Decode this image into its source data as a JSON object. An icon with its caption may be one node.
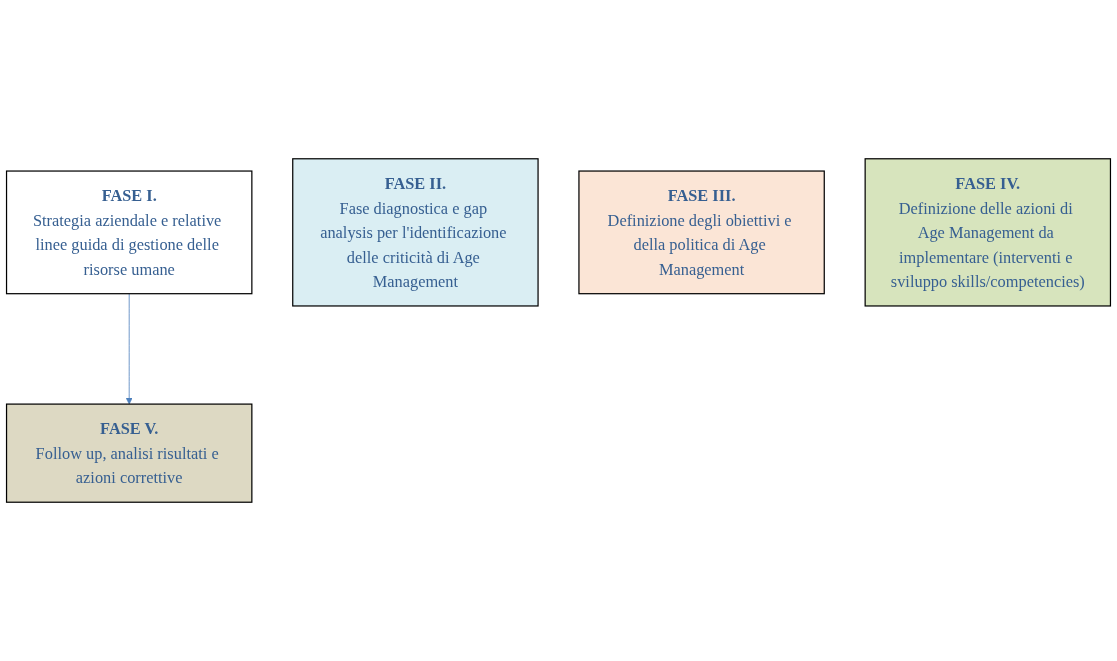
{
  "diagram": {
    "nodes": [
      {
        "text": [
          "FASE I.",
          "Strategia aziendale e relative linee guida di gestione delle risorse umane"
        ]
      },
      {
        "text": [
          "FASE II.",
          "Fase diagnostica e gap analysis per l'identificazione delle criticità di Age Management"
        ]
      },
      {
        "text": [
          "FASE III.",
          "Definizione degli obiettivi e della politica di Age Management"
        ]
      },
      {
        "text": [
          "FASE IV.",
          "Definizione delle azioni di Age Management da implementare (interventi e sviluppo skills/competencies)"
        ]
      },
      {
        "text": [
          "FASE V.",
          "Follow up, analisi risultati e azioni correttive"
        ]
      }
    ],
    "edges": [
      {
        "from": 0,
        "to": 4,
        "arrow": "to",
        "color": "#4f81bd"
      }
    ]
  }
}
